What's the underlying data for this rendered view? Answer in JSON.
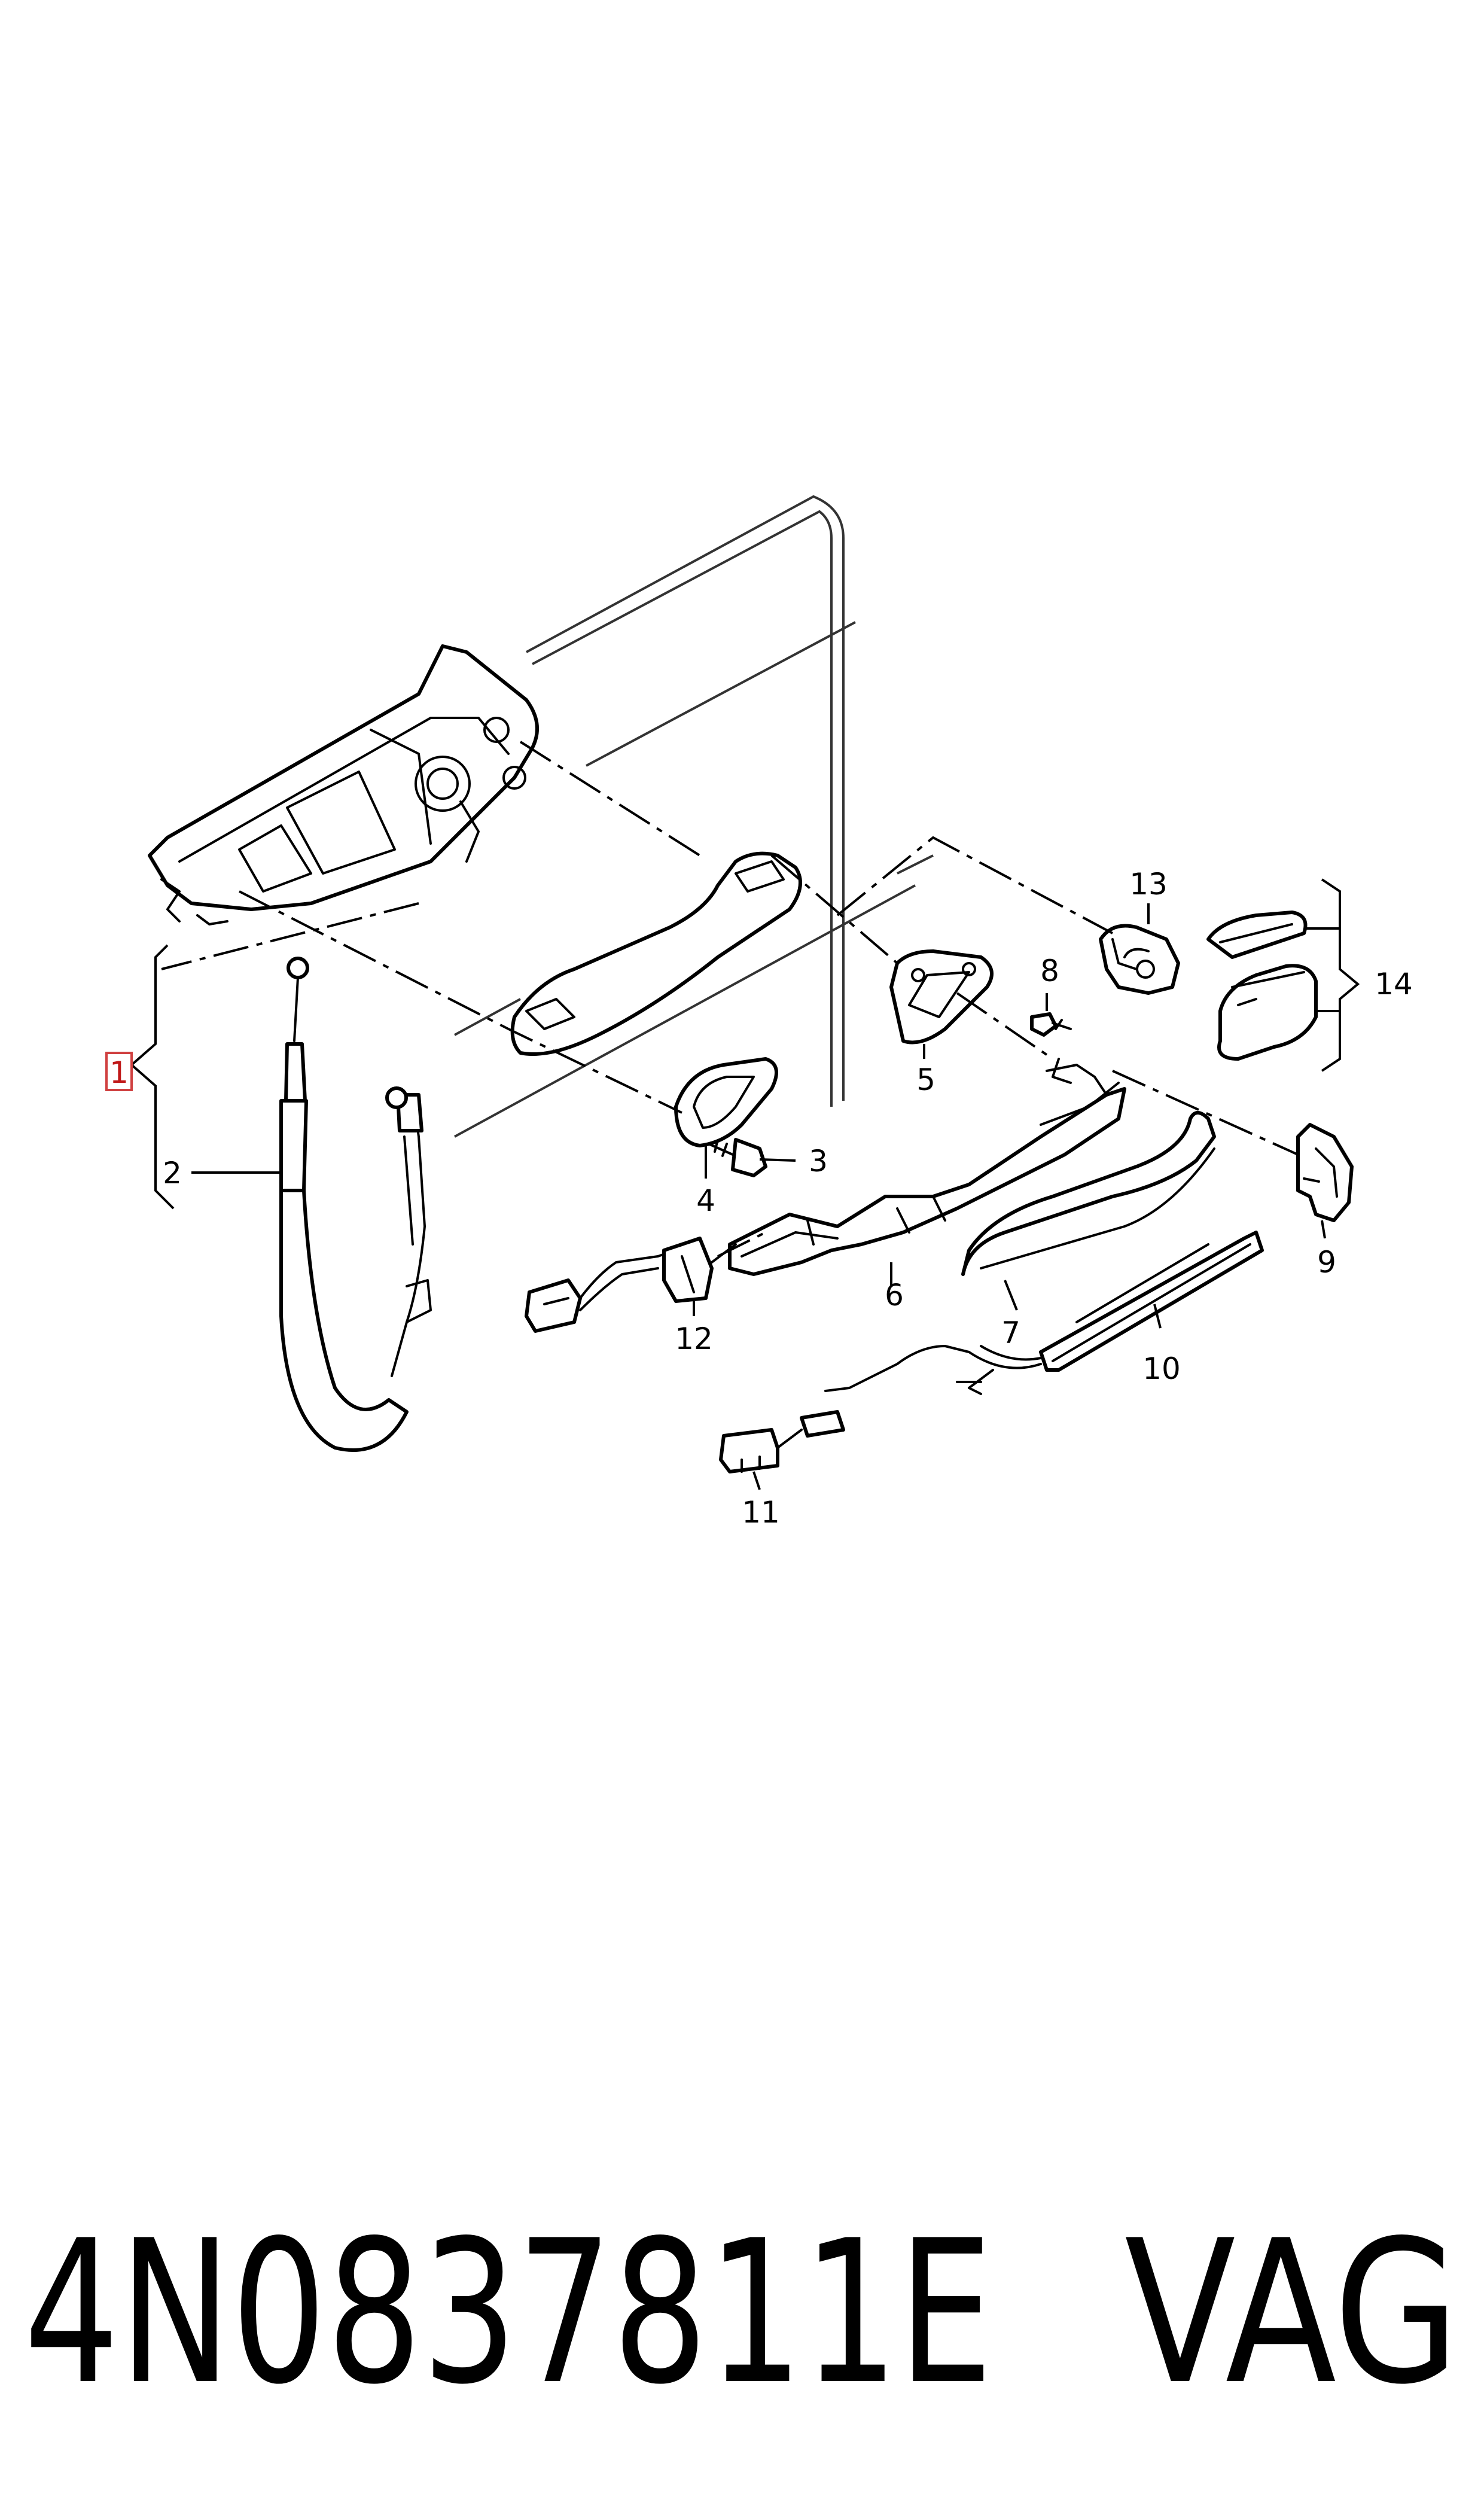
{
  "callouts": {
    "c1": "1",
    "c2": "2",
    "c3": "3",
    "c4": "4",
    "c5": "5",
    "c6": "6",
    "c7": "7",
    "c8": "8",
    "c9": "9",
    "c10": "10",
    "c11": "11",
    "c12": "12",
    "c13": "13",
    "c14": "14"
  },
  "footer": {
    "part_number": "4N0837811E",
    "brand": "VAG"
  },
  "colors": {
    "line": "#000000",
    "highlight_box": "#d04040"
  }
}
